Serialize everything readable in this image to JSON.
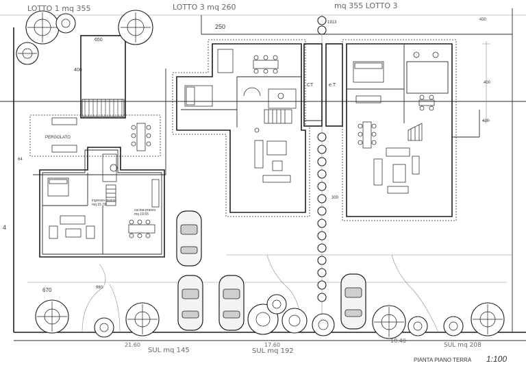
{
  "top_labels": {
    "lotto1_area": "LOTTO 1  mq 355",
    "lotto3_area": "LOTTO 3  mq 260",
    "lotto_right_area": "mq 355  LOTTO 3"
  },
  "dimensions": {
    "d250": "250",
    "d1913": "1913",
    "d430": "430",
    "d650": "650",
    "d400_left": "400",
    "d400_right": "400",
    "d420": "420",
    "d64": "64",
    "d670": "670",
    "d960": "960",
    "d300": "300",
    "d2160": "21.60",
    "d1760": "17.60",
    "d1840": "18.40",
    "d4": "4"
  },
  "room_labels": {
    "pergolato": "PERGOLATO",
    "ingresso": "ingresso-pranzo\nmq 15.78",
    "ingresso_l1": "ingresso-pranzo",
    "ingresso_l2": "mq 15.78",
    "cucina_l1": "cucina-pranzo",
    "cucina_l2": "mq 19.55",
    "ct_left": "CT",
    "ct_right": "e.T"
  },
  "bottom_labels": {
    "sul_145": "SUL  mq  145",
    "sul_192": "SUL  mq  192",
    "sul_208": "SUL  mq  208"
  },
  "footer": {
    "title": "PIANTA PIANO TERRA",
    "scale": "1:100"
  }
}
